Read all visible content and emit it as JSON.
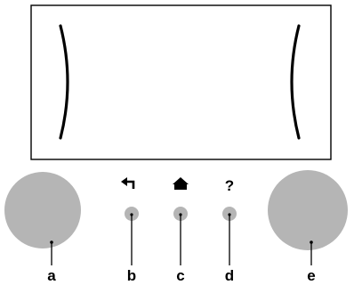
{
  "display": {
    "frame_color": "#000000",
    "background": "#ffffff"
  },
  "colors": {
    "control_fill": "#b5b5b5",
    "leader_line": "#000000",
    "text": "#000000"
  },
  "controls": {
    "left_dial": {
      "callout": "a"
    },
    "back_button": {
      "icon": "back-arrow-icon",
      "callout": "b"
    },
    "home_button": {
      "icon": "home-icon",
      "callout": "c"
    },
    "help_button": {
      "icon": "question-mark-icon",
      "glyph": "?",
      "callout": "d"
    },
    "right_dial": {
      "callout": "e"
    }
  }
}
